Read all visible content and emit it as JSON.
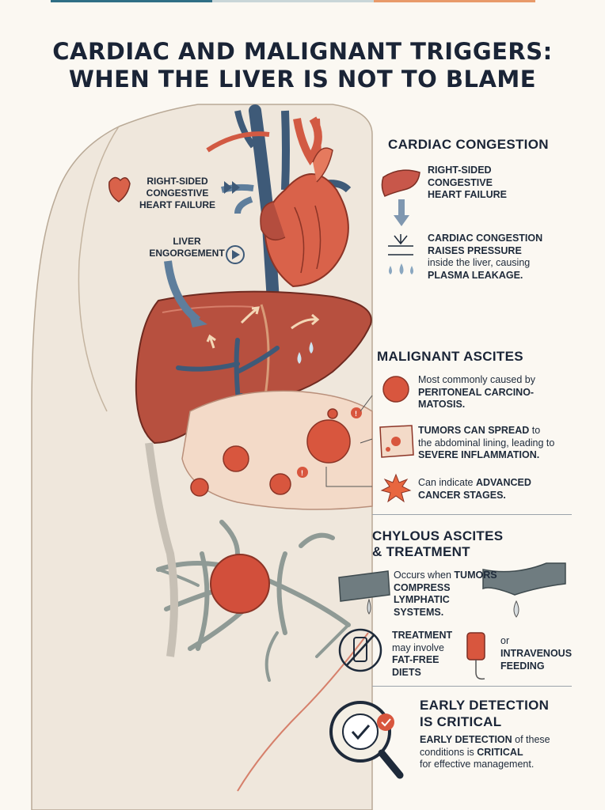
{
  "title": {
    "line1": "CARDIAC AND MALIGNANT TRIGGERS:",
    "line2": "WHEN THE LIVER IS NOT TO BLAME"
  },
  "left_labels": {
    "heart_failure": {
      "line1": "RIGHT-SIDED",
      "line2": "CONGESTIVE",
      "line3": "HEART FAILURE"
    },
    "liver_engorgement": {
      "line1": "LIVER",
      "line2": "ENGORGEMENT"
    }
  },
  "cardiac": {
    "heading": "CARDIAC CONGESTION",
    "step1": {
      "line1": "RIGHT-SIDED",
      "line2": "CONGESTIVE",
      "line3": "HEART FAILURE"
    },
    "step2": {
      "line1": "CARDIAC CONGESTION",
      "line2": "RAISES PRESSURE",
      "line3": "inside the liver, causing",
      "line4": "PLASMA LEAKAGE."
    }
  },
  "malignant": {
    "heading": "MALIGNANT ASCITES",
    "item1": {
      "line1": "Most commonly caused by",
      "line2": "PERITONEAL CARCINO-",
      "line3": "MATOSIS."
    },
    "item2": {
      "line1_bold": "TUMORS CAN SPREAD",
      "line1_rest": " to",
      "line2": "the abdominal lining, leading to",
      "line3": "SEVERE INFLAMMATION."
    },
    "item3": {
      "line1_pre": "Can indicate ",
      "line1_bold": "ADVANCED",
      "line2": "CANCER STAGES."
    }
  },
  "chylous": {
    "heading_line1": "CHYLOUS ASCITES",
    "heading_line2": "& TREATMENT",
    "compress": {
      "line1_pre": "Occurs when ",
      "line1_bold": "TUMORS",
      "line2": "COMPRESS",
      "line3": "LYMPHATIC",
      "line4": "SYSTEMS."
    },
    "treatment": {
      "line1": "TREATMENT",
      "line2": "may involve",
      "line3": "FAT-FREE",
      "line4": "DIETS"
    },
    "or": "or",
    "iv": {
      "line1": "INTRAVENOUS",
      "line2": "FEEDING"
    }
  },
  "early": {
    "heading_line1": "EARLY DETECTION",
    "heading_line2": "IS CRITICAL",
    "body_line1_bold": "EARLY DETECTION",
    "body_line1_rest": " of these",
    "body_line2_pre": "conditions is ",
    "body_line2_bold": "CRITICAL",
    "body_line3": "for effective management."
  },
  "colors": {
    "accent_navy": "#1a2436",
    "organ_red": "#c8574a",
    "vein_blue": "#3e5a78",
    "tumor_orange": "#d8563e"
  },
  "icons": [
    "heart-icon",
    "fast-forward-icon",
    "play-circle-icon",
    "liver-icon",
    "down-arrow-icon",
    "pressure-icon",
    "droplets-icon",
    "tumor-icon",
    "tissue-icon",
    "burst-icon",
    "lymph-vessel-icon",
    "no-milk-icon",
    "iv-bag-icon",
    "magnifier-check-icon"
  ]
}
